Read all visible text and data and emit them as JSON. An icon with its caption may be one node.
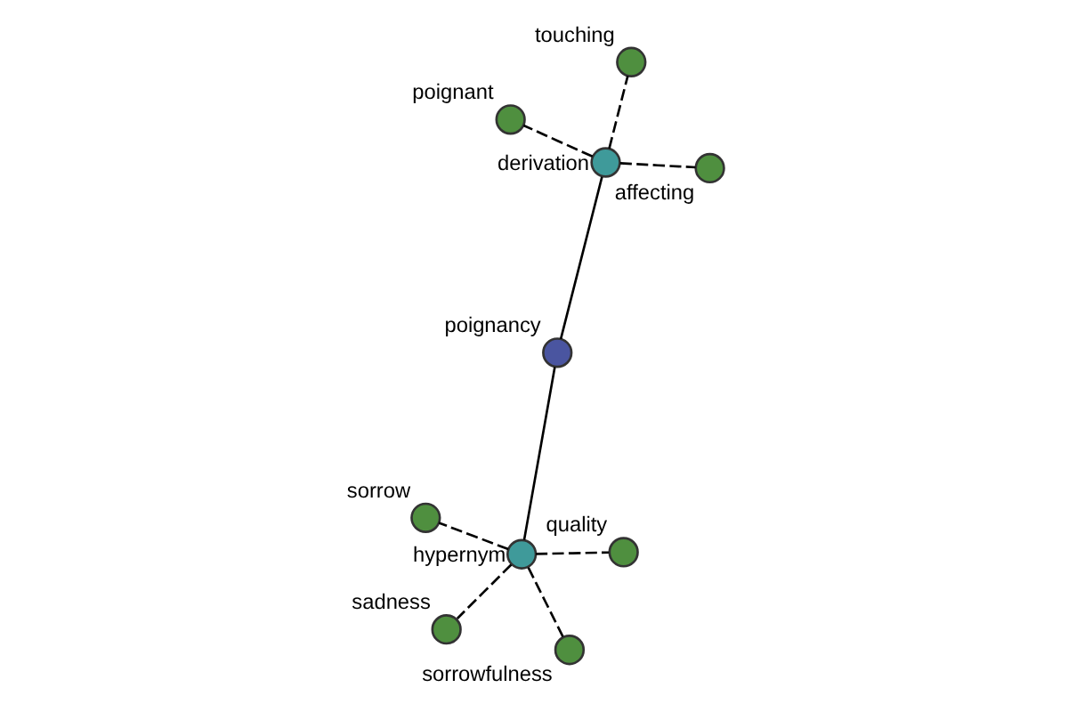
{
  "diagram": {
    "nodes": [
      {
        "text": [],
        "shape": "circle",
        "beside": [
          "poignancy"
        ]
      },
      {
        "text": [],
        "shape": "circle",
        "beside": [
          "derivation"
        ]
      },
      {
        "text": [],
        "shape": "circle",
        "beside": [
          "affecting"
        ]
      },
      {
        "text": [],
        "shape": "circle",
        "beside": [
          "poignant"
        ]
      },
      {
        "text": [],
        "shape": "circle",
        "beside": [
          "touching"
        ]
      },
      {
        "text": [],
        "shape": "circle",
        "beside": [
          "hypernym"
        ]
      },
      {
        "text": [],
        "shape": "circle",
        "beside": [
          "sorrow"
        ]
      },
      {
        "text": [],
        "shape": "circle",
        "beside": [
          "quality"
        ]
      },
      {
        "text": [],
        "shape": "circle",
        "beside": [
          "sadness"
        ]
      },
      {
        "text": [],
        "shape": "circle",
        "beside": [
          "sorrowfulness"
        ]
      }
    ],
    "edges": [
      {
        "from": 0,
        "to": 1,
        "arrow": "none"
      },
      {
        "from": 0,
        "to": 5,
        "arrow": "none"
      },
      {
        "from": 1,
        "to": 2,
        "arrow": "none",
        "style": "dashed"
      },
      {
        "from": 1,
        "to": 3,
        "arrow": "none",
        "style": "dashed"
      },
      {
        "from": 1,
        "to": 4,
        "arrow": "none",
        "style": "dashed"
      },
      {
        "from": 5,
        "to": 6,
        "arrow": "none",
        "style": "dashed"
      },
      {
        "from": 5,
        "to": 7,
        "arrow": "none",
        "style": "dashed"
      },
      {
        "from": 5,
        "to": 8,
        "arrow": "none",
        "style": "dashed"
      },
      {
        "from": 5,
        "to": 9,
        "arrow": "none",
        "style": "dashed"
      }
    ]
  }
}
